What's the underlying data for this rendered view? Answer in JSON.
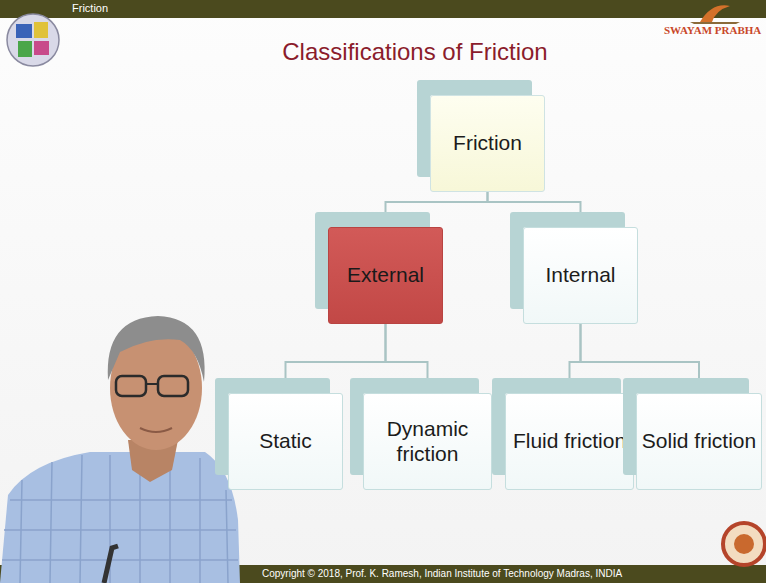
{
  "diagram": {
    "title": "Classifications of Friction",
    "nodes": [
      {
        "text": [
          "Friction"
        ]
      },
      {
        "text": [
          "External"
        ]
      },
      {
        "text": [
          "Internal"
        ]
      },
      {
        "text": [
          "Static"
        ]
      },
      {
        "text": [
          "Dynamic friction"
        ]
      },
      {
        "text": [
          "Fluid friction"
        ]
      },
      {
        "text": [
          "Solid friction"
        ]
      }
    ],
    "edges": [
      {
        "from": 0,
        "to": 1,
        "arrow": "none"
      },
      {
        "from": 0,
        "to": 2,
        "arrow": "none"
      },
      {
        "from": 1,
        "to": 3,
        "arrow": "none"
      },
      {
        "from": 1,
        "to": 4,
        "arrow": "none"
      },
      {
        "from": 2,
        "to": 5,
        "arrow": "none"
      },
      {
        "from": 2,
        "to": 6,
        "arrow": "none"
      }
    ],
    "labels": [
      "Friction",
      "SWAYAM PRABHA",
      "Copyright © 2018, Prof. K. Ramesh, Indian Institute of Technology Madras, INDIA"
    ]
  }
}
